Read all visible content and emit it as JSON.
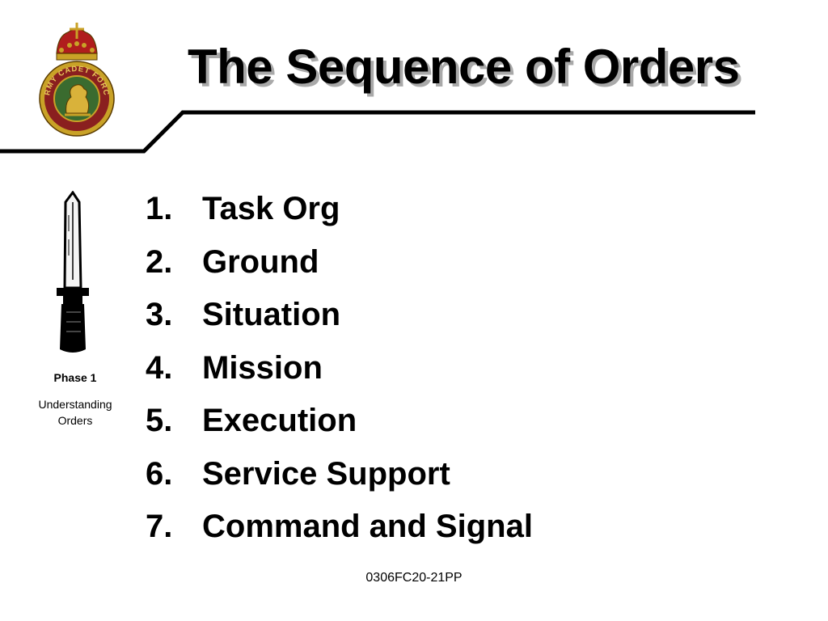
{
  "slide": {
    "title": "The Sequence of Orders",
    "phase_label": "Phase 1",
    "phase_desc_line1": "Understanding",
    "phase_desc_line2": "Orders",
    "footer": "0306FC20-21PP",
    "crest_text": "ARMY CADET FORCE"
  },
  "orders": [
    {
      "num": "1.",
      "label": "Task Org"
    },
    {
      "num": "2.",
      "label": "Ground"
    },
    {
      "num": "3.",
      "label": "Situation"
    },
    {
      "num": "4.",
      "label": "Mission"
    },
    {
      "num": "5.",
      "label": "Execution"
    },
    {
      "num": "6.",
      "label": "Service Support"
    },
    {
      "num": "7.",
      "label": "Command and Signal"
    }
  ],
  "colors": {
    "crest_maroon": "#8a1f1f",
    "crest_gold": "#c9a227",
    "crest_green": "#3a6b2f",
    "title_shadow": "#a9a9a9"
  },
  "icons": [
    "army-cadet-force-crest",
    "bayonet-icon"
  ]
}
